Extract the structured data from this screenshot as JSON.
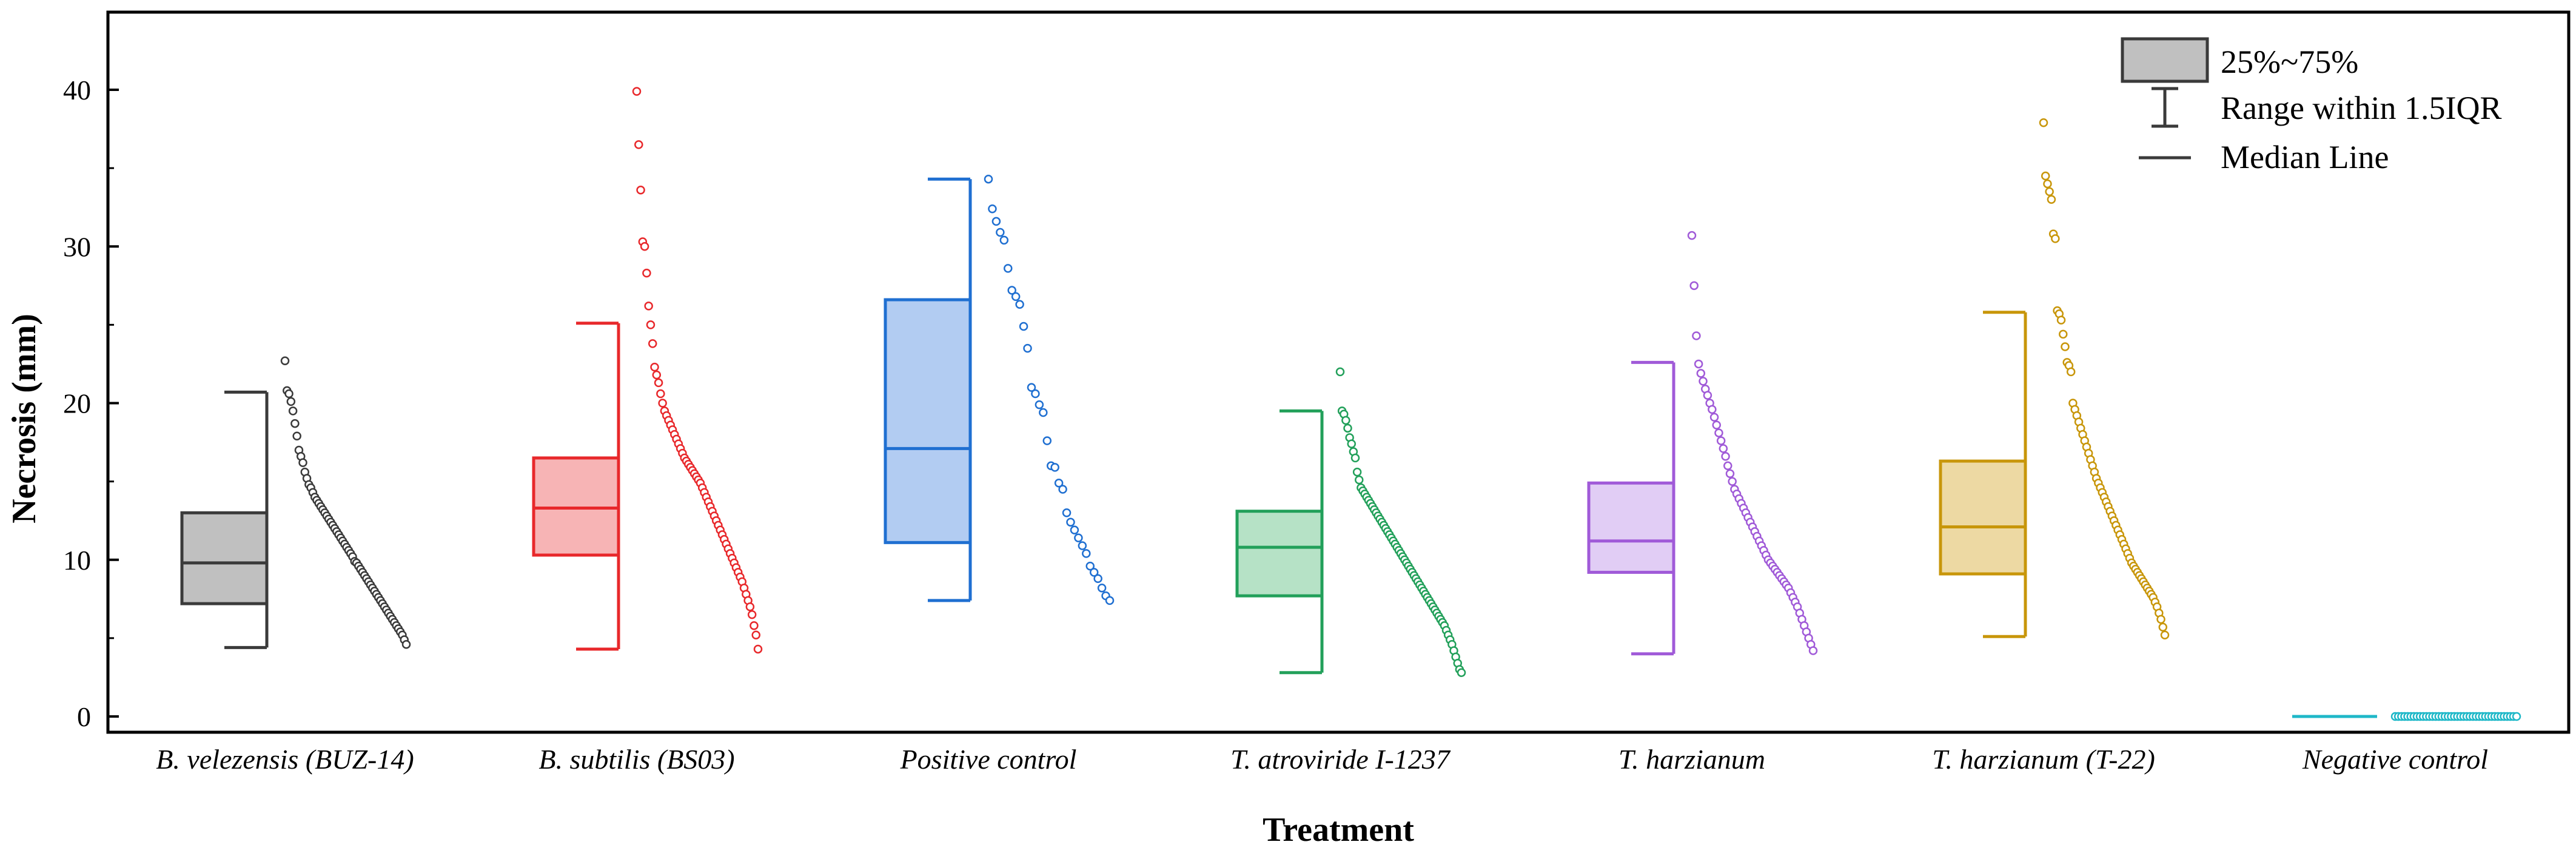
{
  "chart_data": {
    "type": "box",
    "xlabel": "Treatment",
    "ylabel": "Necrosis (mm)",
    "ylim": [
      -1,
      45
    ],
    "yticks": [
      0,
      10,
      20,
      30,
      40
    ],
    "grid": false,
    "legend_position": "top-right",
    "legend": [
      {
        "symbol": "box",
        "label": "25%~75%"
      },
      {
        "symbol": "whisker",
        "label": "Range within 1.5IQR"
      },
      {
        "symbol": "line",
        "label": "Median Line"
      }
    ],
    "series": [
      {
        "category": "B. velezensis (BUZ-14)",
        "color": "#3a3a3a",
        "fill": "#c0c0c0",
        "q1": 7.2,
        "median": 9.8,
        "q3": 13.0,
        "whisker_low": 4.4,
        "whisker_high": 20.7,
        "points": [
          22.7,
          20.8,
          20.6,
          20.1,
          19.5,
          18.7,
          17.9,
          17.0,
          16.6,
          16.2,
          15.6,
          15.2,
          14.8,
          14.6,
          14.3,
          14.0,
          13.8,
          13.6,
          13.4,
          13.2,
          13.0,
          12.8,
          12.6,
          12.4,
          12.2,
          12.0,
          11.8,
          11.6,
          11.4,
          11.2,
          11.0,
          10.8,
          10.6,
          10.4,
          10.2,
          9.9,
          9.8,
          9.6,
          9.4,
          9.2,
          9.0,
          8.8,
          8.6,
          8.4,
          8.2,
          8.0,
          7.8,
          7.6,
          7.4,
          7.2,
          7.0,
          6.8,
          6.6,
          6.4,
          6.2,
          6.0,
          5.8,
          5.6,
          5.4,
          5.2,
          4.9,
          4.6
        ]
      },
      {
        "category": "B. subtilis (BS03)",
        "color": "#e8282b",
        "fill": "#f7b4b5",
        "q1": 10.3,
        "median": 13.3,
        "q3": 16.5,
        "whisker_low": 4.3,
        "whisker_high": 25.1,
        "points": [
          39.9,
          36.5,
          33.6,
          30.3,
          30.0,
          28.3,
          26.2,
          25.0,
          23.8,
          22.3,
          21.8,
          21.3,
          20.6,
          20.0,
          19.5,
          19.2,
          18.9,
          18.6,
          18.3,
          18.0,
          17.7,
          17.4,
          17.1,
          16.8,
          16.5,
          16.3,
          16.1,
          15.9,
          15.7,
          15.5,
          15.3,
          15.1,
          14.9,
          14.6,
          14.3,
          14.0,
          13.7,
          13.4,
          13.1,
          12.8,
          12.5,
          12.2,
          11.9,
          11.6,
          11.3,
          11.0,
          10.7,
          10.4,
          10.1,
          9.8,
          9.5,
          9.2,
          8.9,
          8.6,
          8.2,
          7.8,
          7.4,
          7.0,
          6.5,
          5.8,
          5.2,
          4.3
        ]
      },
      {
        "category": "Positive control",
        "color": "#1f6fd1",
        "fill": "#b2ccf2",
        "q1": 11.1,
        "median": 17.1,
        "q3": 26.6,
        "whisker_low": 7.4,
        "whisker_high": 34.3,
        "points": [
          34.3,
          32.4,
          31.6,
          30.9,
          30.4,
          28.6,
          27.2,
          26.8,
          26.3,
          24.9,
          23.5,
          21.0,
          20.6,
          19.9,
          19.4,
          17.6,
          16.0,
          15.9,
          14.9,
          14.5,
          13.0,
          12.4,
          11.9,
          11.4,
          10.9,
          10.4,
          9.6,
          9.2,
          8.8,
          8.2,
          7.7,
          7.4
        ]
      },
      {
        "category": "T. atroviride I-1237",
        "color": "#22a05a",
        "fill": "#b6e2c6",
        "q1": 7.7,
        "median": 10.8,
        "q3": 13.1,
        "whisker_low": 2.8,
        "whisker_high": 19.5,
        "points": [
          22.0,
          19.5,
          19.3,
          18.9,
          18.4,
          17.8,
          17.4,
          16.9,
          16.5,
          15.6,
          15.1,
          14.6,
          14.4,
          14.2,
          14.0,
          13.8,
          13.6,
          13.4,
          13.2,
          13.0,
          12.8,
          12.6,
          12.4,
          12.2,
          12.0,
          11.8,
          11.6,
          11.4,
          11.2,
          11.0,
          10.8,
          10.6,
          10.4,
          10.2,
          10.0,
          9.8,
          9.6,
          9.4,
          9.2,
          9.0,
          8.8,
          8.6,
          8.4,
          8.2,
          8.0,
          7.8,
          7.6,
          7.4,
          7.2,
          7.0,
          6.8,
          6.6,
          6.4,
          6.2,
          6.0,
          5.8,
          5.5,
          5.2,
          4.9,
          4.6,
          4.2,
          3.8,
          3.4,
          3.0,
          2.8
        ]
      },
      {
        "category": "T. harzianum",
        "color": "#a05ad8",
        "fill": "#e1cdf5",
        "q1": 9.2,
        "median": 11.2,
        "q3": 14.9,
        "whisker_low": 4.0,
        "whisker_high": 22.6,
        "points": [
          30.7,
          27.5,
          24.3,
          22.5,
          21.9,
          21.4,
          20.9,
          20.5,
          20.0,
          19.6,
          19.1,
          18.6,
          18.1,
          17.6,
          17.1,
          16.6,
          16.0,
          15.5,
          15.0,
          14.5,
          14.2,
          13.9,
          13.6,
          13.3,
          13.0,
          12.7,
          12.4,
          12.1,
          11.8,
          11.5,
          11.2,
          10.9,
          10.6,
          10.3,
          10.0,
          9.8,
          9.6,
          9.4,
          9.2,
          9.0,
          8.8,
          8.6,
          8.4,
          8.2,
          7.9,
          7.6,
          7.3,
          7.0,
          6.6,
          6.2,
          5.8,
          5.4,
          5.0,
          4.6,
          4.2
        ]
      },
      {
        "category": "T. harzianum (T-22)",
        "color": "#c8960a",
        "fill": "#edd9a3",
        "q1": 9.1,
        "median": 12.1,
        "q3": 16.3,
        "whisker_low": 5.1,
        "whisker_high": 25.8,
        "points": [
          37.9,
          34.5,
          34.0,
          33.5,
          33.0,
          30.8,
          30.5,
          25.9,
          25.7,
          25.3,
          24.4,
          23.6,
          22.6,
          22.4,
          22.0,
          20.0,
          19.6,
          19.2,
          18.8,
          18.4,
          18.0,
          17.6,
          17.2,
          16.8,
          16.4,
          16.0,
          15.6,
          15.2,
          14.9,
          14.6,
          14.3,
          14.0,
          13.7,
          13.4,
          13.1,
          12.8,
          12.5,
          12.2,
          11.9,
          11.6,
          11.3,
          11.0,
          10.7,
          10.4,
          10.1,
          9.8,
          9.6,
          9.4,
          9.2,
          9.0,
          8.8,
          8.6,
          8.4,
          8.2,
          8.0,
          7.8,
          7.6,
          7.3,
          7.0,
          6.6,
          6.2,
          5.7,
          5.2
        ]
      },
      {
        "category": "Negative control",
        "color": "#1fb8c8",
        "fill": "#a8e4ea",
        "q1": 0,
        "median": 0,
        "q3": 0,
        "whisker_low": 0,
        "whisker_high": 0,
        "points": [
          0,
          0,
          0,
          0,
          0,
          0,
          0,
          0,
          0,
          0,
          0,
          0,
          0,
          0,
          0,
          0,
          0,
          0,
          0,
          0,
          0,
          0,
          0,
          0,
          0,
          0,
          0,
          0,
          0,
          0,
          0,
          0,
          0,
          0,
          0,
          0,
          0,
          0,
          0,
          0
        ]
      }
    ]
  }
}
